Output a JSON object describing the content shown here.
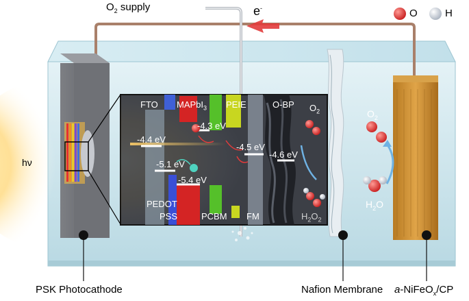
{
  "labels": {
    "o2_supply_prefix": "O",
    "o2_supply_sub": "2",
    "o2_supply_suffix": " supply",
    "electron": "e",
    "electron_sup": "-",
    "legend_o": "O",
    "legend_h": "H",
    "light": "hν",
    "photocathode": "PSK Photocathode",
    "membrane": "Nafion Membrane",
    "anode_italic": "a",
    "anode_mid": "-NiFeO",
    "anode_sub": "x",
    "anode_suffix": "/CP"
  },
  "inset": {
    "fto": "FTO",
    "mapbi_prefix": "MAPbI",
    "mapbi_sub": "3",
    "peie": "PEIE",
    "obp": "O-BP",
    "o2_prefix": "O",
    "o2_sub": "2",
    "pedot": "PEDOT",
    "pss": "PSS",
    "pcbm": "PCBM",
    "fm": "FM",
    "h2o2_prefix": "H",
    "h2o2_sub1": "2",
    "h2o2_mid": "O",
    "h2o2_sub2": "2"
  },
  "energy_levels": {
    "fto": "-4.4 eV",
    "mapbi_cb": "-4.3 eV",
    "fm": "-4.5 eV",
    "obp": "-4.6 eV",
    "pedot": "-5.1 eV",
    "mapbi_vb": "-5.4 eV"
  },
  "anode_side": {
    "o2_prefix": "O",
    "o2_sub": "2",
    "h2o_prefix": "H",
    "h2o_sub": "2",
    "h2o_suffix": "O"
  },
  "colors": {
    "water": "#cfe6ee",
    "oxygen_atom": "#e8312f",
    "hydrogen_atom": "#e6e9ee",
    "wire": "#a9806a",
    "inset_bg": "#3a3d43",
    "mapbi_red": "#d42424",
    "peie_green": "#55c02a",
    "peie_yellow": "#c8d620",
    "pedot_blue": "#3a4fd6",
    "anode_gold": "#c98a2a",
    "electron_arrow": "#e23b3b"
  }
}
